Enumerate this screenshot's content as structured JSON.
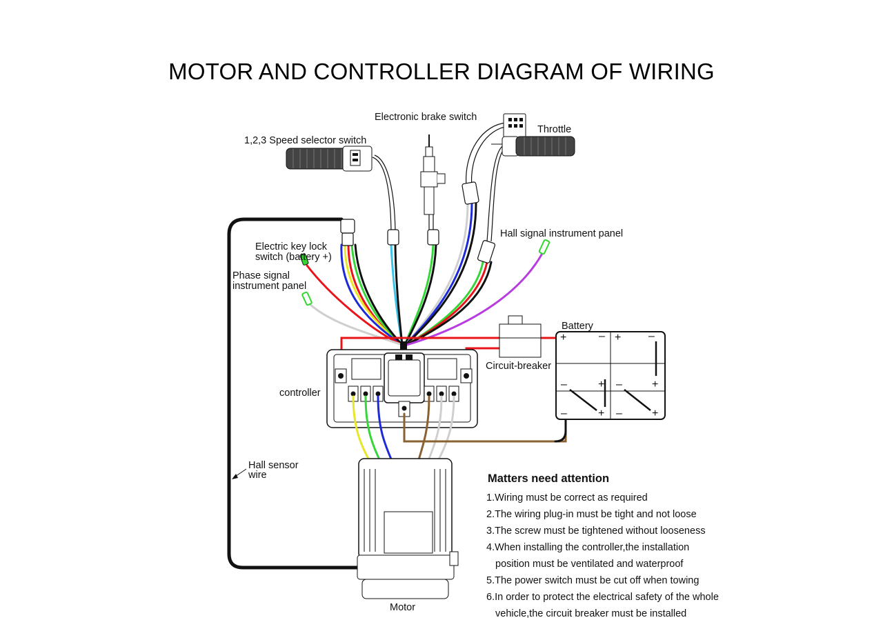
{
  "title": "MOTOR AND CONTROLLER  DIAGRAM OF WIRING",
  "labels": {
    "brake": "Electronic brake switch",
    "throttle": "Throttle",
    "speed": "1,2,3 Speed selector switch",
    "hall_panel": "Hall signal instrument panel",
    "key_lock_1": "Electric key lock",
    "key_lock_2": "switch (battery +)",
    "phase_1": "Phase signal",
    "phase_2": "instrument panel",
    "battery": "Battery",
    "breaker": "Circuit-breaker",
    "controller": "controller",
    "hall_wire_1": "Hall sensor",
    "hall_wire_2": "wire",
    "motor": "Motor"
  },
  "notes": {
    "heading": "Matters need attention",
    "items": [
      {
        "a": "1.Wiring must be correct as required",
        "b": ""
      },
      {
        "a": "2.The wiring plug-in must be tight and not loose",
        "b": ""
      },
      {
        "a": "3.The screw must be tightened without looseness",
        "b": ""
      },
      {
        "a": "4.When installing the controller,the installation",
        "b": "position must be ventilated and waterproof"
      },
      {
        "a": "5.The power switch must be cut off when towing",
        "b": ""
      },
      {
        "a": "6.In order to protect the electrical safety of the whole",
        "b": "vehicle,the circuit breaker must be installed"
      }
    ]
  },
  "wire_colors": {
    "red": "#e8141a",
    "yellow": "#e8e62a",
    "green": "#36d63a",
    "blue": "#1d2ad8",
    "brown": "#8a6132",
    "gray": "#cfcfcf",
    "black": "#111111",
    "cyan": "#3ec3e8",
    "purple": "#b83de0",
    "connector_green": "#31d82e"
  }
}
